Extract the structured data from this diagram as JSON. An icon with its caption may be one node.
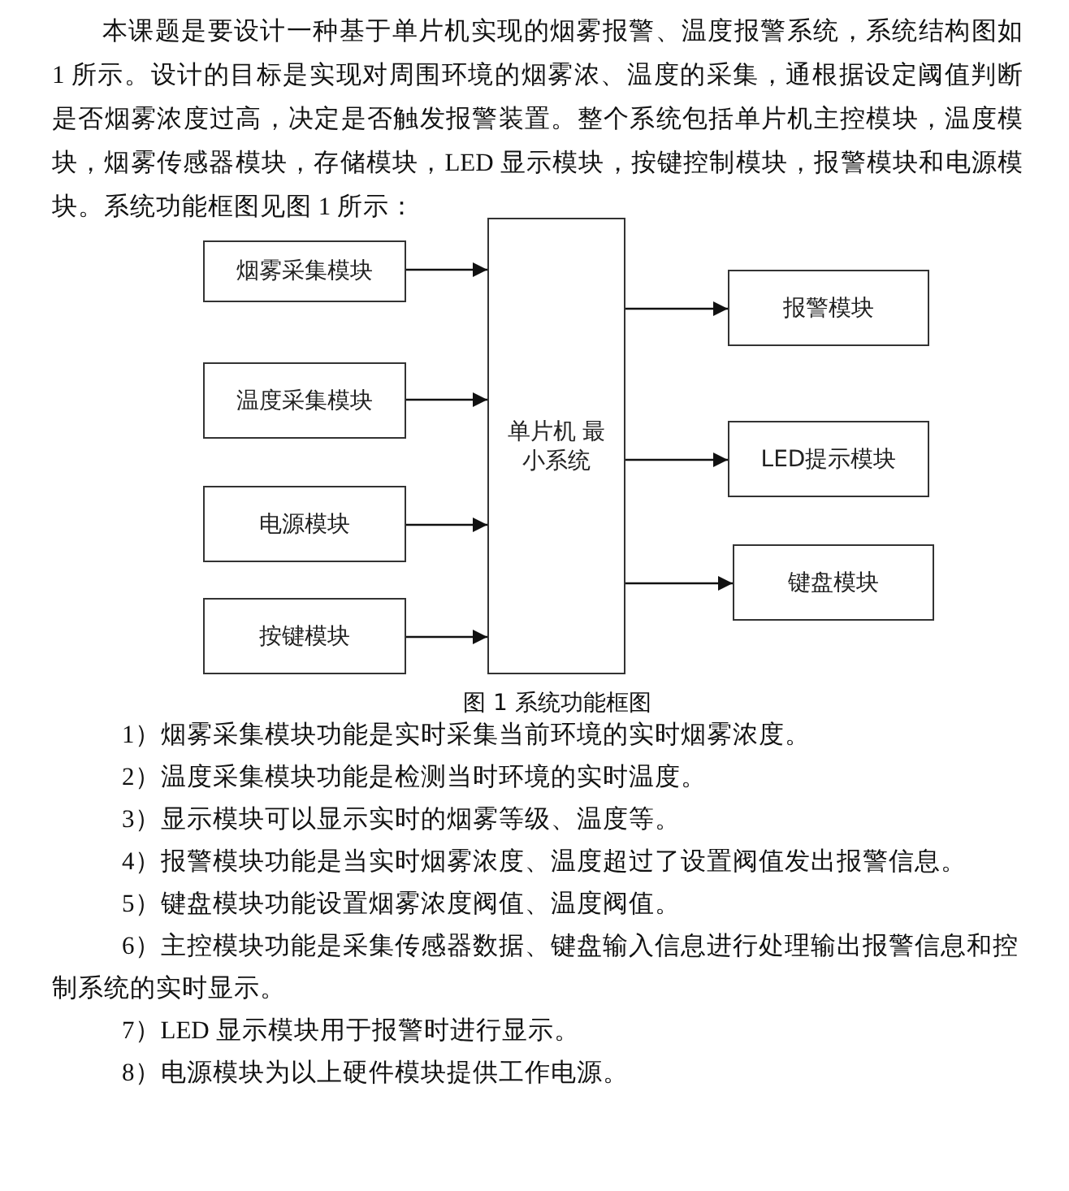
{
  "diagram": {
    "caption": "图 1 系统功能框图",
    "nodes": [
      {
        "text": [
          "烟雾采集模块"
        ]
      },
      {
        "text": [
          "温度采集模块"
        ]
      },
      {
        "text": [
          "电源模块"
        ]
      },
      {
        "text": [
          "按键模块"
        ]
      },
      {
        "text": [
          "单片机 最小系统"
        ]
      },
      {
        "text": [
          "报警模块"
        ]
      },
      {
        "text": [
          "LED提示模块"
        ]
      },
      {
        "text": [
          "键盘模块"
        ]
      }
    ],
    "edges": [
      {
        "from": 0,
        "to": 4,
        "arrow": "to"
      },
      {
        "from": 1,
        "to": 4,
        "arrow": "to"
      },
      {
        "from": 2,
        "to": 4,
        "arrow": "to"
      },
      {
        "from": 3,
        "to": 4,
        "arrow": "to"
      },
      {
        "from": 4,
        "to": 5,
        "arrow": "to"
      },
      {
        "from": 4,
        "to": 6,
        "arrow": "to"
      },
      {
        "from": 4,
        "to": 7,
        "arrow": "to"
      }
    ],
    "labels": [
      "本课题是要设计一种基于单片机实现的烟雾报警、温度报警系统，系统结构图如 1 所示。设计的目标是实现对周围环境的烟雾浓、温度的采集，通根据设定阈值判断是否烟雾浓度过高，决定是否触发报警装置。整个系统包括单片机主控模块，温度模块，烟雾传感器模块，存储模块，LED 显示模块，按键控制模块，报警模块和电源模块。系统功能框图见图 1 所示：",
      "1）烟雾采集模块功能是实时采集当前环境的实时烟雾浓度。",
      "2）温度采集模块功能是检测当时环境的实时温度。",
      "3）显示模块可以显示实时的烟雾等级、温度等。",
      "4）报警模块功能是当实时烟雾浓度、温度超过了设置阀值发出报警信息。",
      "5）键盘模块功能设置烟雾浓度阀值、温度阀值。",
      "6）主控模块功能是采集传感器数据、键盘输入信息进行处理输出报警信息和控制系统的实时显示。",
      "7）LED 显示模块用于报警时进行显示。",
      "8）电源模块为以上硬件模块提供工作电源。"
    ]
  }
}
